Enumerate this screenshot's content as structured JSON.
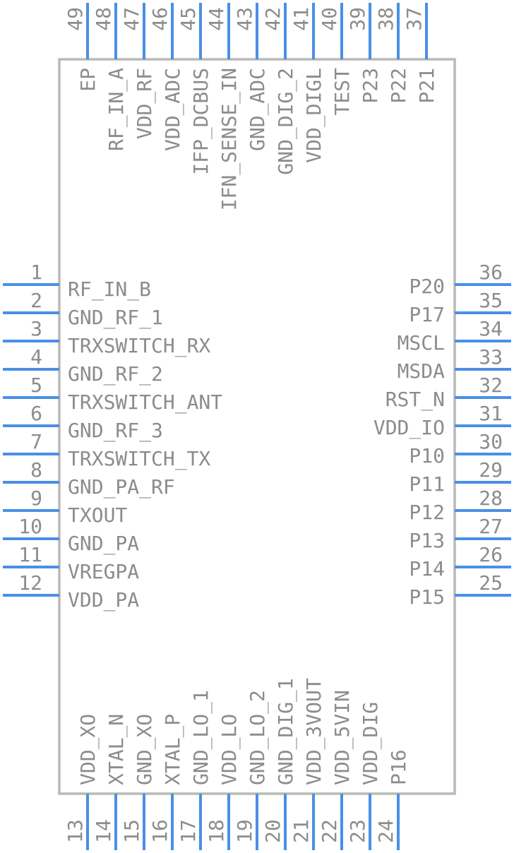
{
  "left": [
    {
      "num": "1",
      "label": "RF_IN_B"
    },
    {
      "num": "2",
      "label": "GND_RF_1"
    },
    {
      "num": "3",
      "label": "TRXSWITCH_RX"
    },
    {
      "num": "4",
      "label": "GND_RF_2"
    },
    {
      "num": "5",
      "label": "TRXSWITCH_ANT"
    },
    {
      "num": "6",
      "label": "GND_RF_3"
    },
    {
      "num": "7",
      "label": "TRXSWITCH_TX"
    },
    {
      "num": "8",
      "label": "GND_PA_RF"
    },
    {
      "num": "9",
      "label": "TXOUT"
    },
    {
      "num": "10",
      "label": "GND_PA"
    },
    {
      "num": "11",
      "label": "VREGPA"
    },
    {
      "num": "12",
      "label": "VDD_PA"
    }
  ],
  "right": [
    {
      "num": "36",
      "label": "P20"
    },
    {
      "num": "35",
      "label": "P17"
    },
    {
      "num": "34",
      "label": "MSCL"
    },
    {
      "num": "33",
      "label": "MSDA"
    },
    {
      "num": "32",
      "label": "RST_N"
    },
    {
      "num": "31",
      "label": "VDD_IO"
    },
    {
      "num": "30",
      "label": "P10"
    },
    {
      "num": "29",
      "label": "P11"
    },
    {
      "num": "28",
      "label": "P12"
    },
    {
      "num": "27",
      "label": "P13"
    },
    {
      "num": "26",
      "label": "P14"
    },
    {
      "num": "25",
      "label": "P15"
    }
  ],
  "top": [
    {
      "num": "49",
      "label": "EP"
    },
    {
      "num": "48",
      "label": "RF_IN_A"
    },
    {
      "num": "47",
      "label": "VDD_RF"
    },
    {
      "num": "46",
      "label": "VDD_ADC"
    },
    {
      "num": "45",
      "label": "IFP_DCBUS"
    },
    {
      "num": "44",
      "label": "IFN_SENSE_IN"
    },
    {
      "num": "43",
      "label": "GND_ADC"
    },
    {
      "num": "42",
      "label": "GND_DIG_2"
    },
    {
      "num": "41",
      "label": "VDD_DIGL"
    },
    {
      "num": "40",
      "label": "TEST"
    },
    {
      "num": "39",
      "label": "P23"
    },
    {
      "num": "38",
      "label": "P22"
    },
    {
      "num": "37",
      "label": "P21"
    }
  ],
  "bottom": [
    {
      "num": "13",
      "label": "VDD_XO"
    },
    {
      "num": "14",
      "label": "XTAL_N"
    },
    {
      "num": "15",
      "label": "GND_XO"
    },
    {
      "num": "16",
      "label": "XTAL_P"
    },
    {
      "num": "17",
      "label": "GND_LO_1"
    },
    {
      "num": "18",
      "label": "VDD_LO"
    },
    {
      "num": "19",
      "label": "GND_LO_2"
    },
    {
      "num": "20",
      "label": "GND_DIG_1"
    },
    {
      "num": "21",
      "label": "VDD_3VOUT"
    },
    {
      "num": "22",
      "label": "VDD_5VIN"
    },
    {
      "num": "23",
      "label": "VDD_DIG"
    },
    {
      "num": "24",
      "label": "P16"
    }
  ]
}
